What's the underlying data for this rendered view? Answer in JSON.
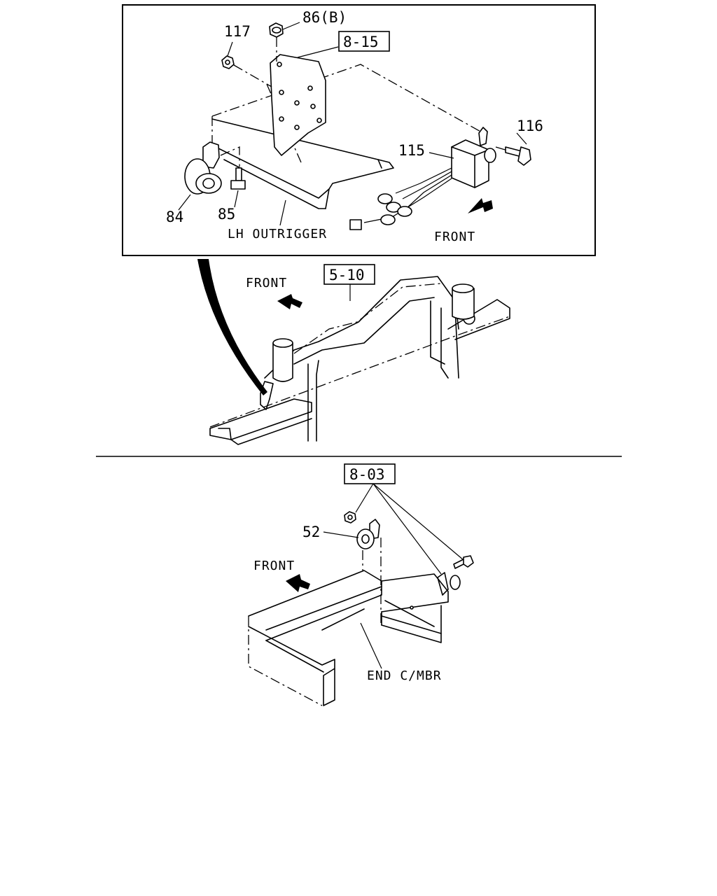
{
  "top_panel": {
    "refs": {
      "r_8_15": "8-15",
      "r_5_10": "5-10"
    },
    "callouts": {
      "c86": "86(B)",
      "c117": "117",
      "c116": "116",
      "c115": "115",
      "c84": "84",
      "c85": "85"
    },
    "labels": {
      "lh_outrigger": "LH OUTRIGGER",
      "front_inset": "FRONT",
      "front_frame": "FRONT"
    }
  },
  "bottom_panel": {
    "refs": {
      "r_8_03": "8-03"
    },
    "callouts": {
      "c52": "52"
    },
    "labels": {
      "front": "FRONT",
      "end_cmbr": "END C/MBR"
    }
  }
}
